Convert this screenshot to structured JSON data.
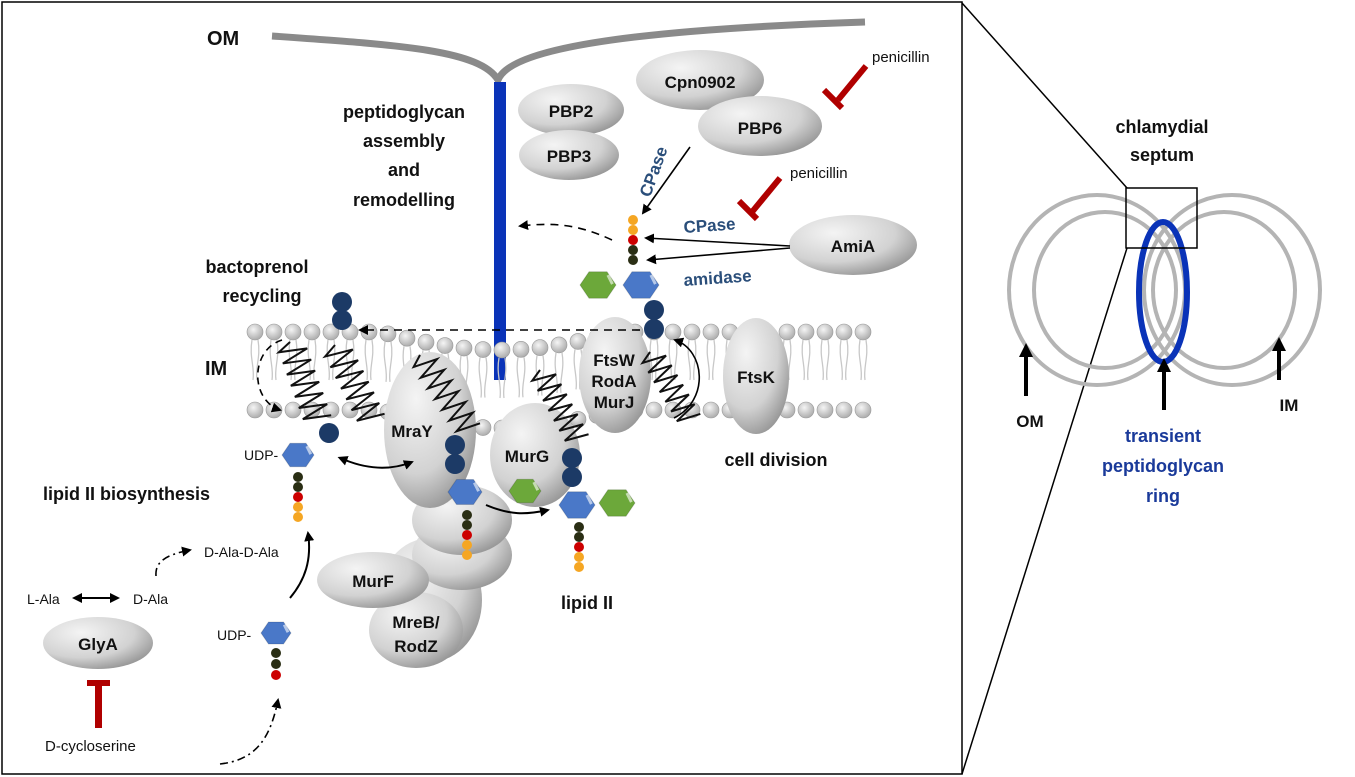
{
  "colors": {
    "peptidoglycan": "#0a33b8",
    "membrane": "#8a8a8a",
    "inhibitor": "#b00000",
    "enzyme_label": "#2a4e7a",
    "sugar_blue": "#4a78c8",
    "sugar_green": "#6ca83a",
    "bactoprenol": "#1c3a66"
  },
  "main_panel": {
    "om_label": "OM",
    "im_label": "IM",
    "pg_assembly_label": [
      "peptidoglycan",
      "assembly",
      "and",
      "remodelling"
    ],
    "bactoprenol_label": [
      "bactoprenol",
      "recycling"
    ],
    "lipid2_biosynthesis_label": "lipid II biosynthesis",
    "lipid2_label": "lipid II",
    "cell_division_label": "cell division",
    "proteins": {
      "pbp2": "PBP2",
      "pbp3": "PBP3",
      "cpn0902": "Cpn0902",
      "pbp6": "PBP6",
      "amia": "AmiA",
      "ftsw": [
        "FtsW",
        "RodA",
        "MurJ"
      ],
      "ftsk": "FtsK",
      "mray": "MraY",
      "murg": "MurG",
      "murf": "MurF",
      "mreb": [
        "MreB/",
        "RodZ"
      ],
      "glya": "GlyA"
    },
    "enzymes": {
      "cpase_rotated": "CPase",
      "cpase": "CPase",
      "amidase": "amidase"
    },
    "inhibitors": {
      "penicillin_1": "penicillin",
      "penicillin_2": "penicillin",
      "dcycloserine": "D-cycloserine"
    },
    "metabolites": {
      "udp_1": "UDP-",
      "udp_2": "UDP-",
      "l_ala": "L-Ala",
      "d_ala": "D-Ala",
      "d_ala_d_ala": "D-Ala-D-Ala"
    }
  },
  "inset_panel": {
    "title": [
      "chlamydial",
      "septum"
    ],
    "om_label": "OM",
    "im_label": "IM",
    "ring_label": [
      "transient",
      "peptidoglycan",
      "ring"
    ]
  }
}
